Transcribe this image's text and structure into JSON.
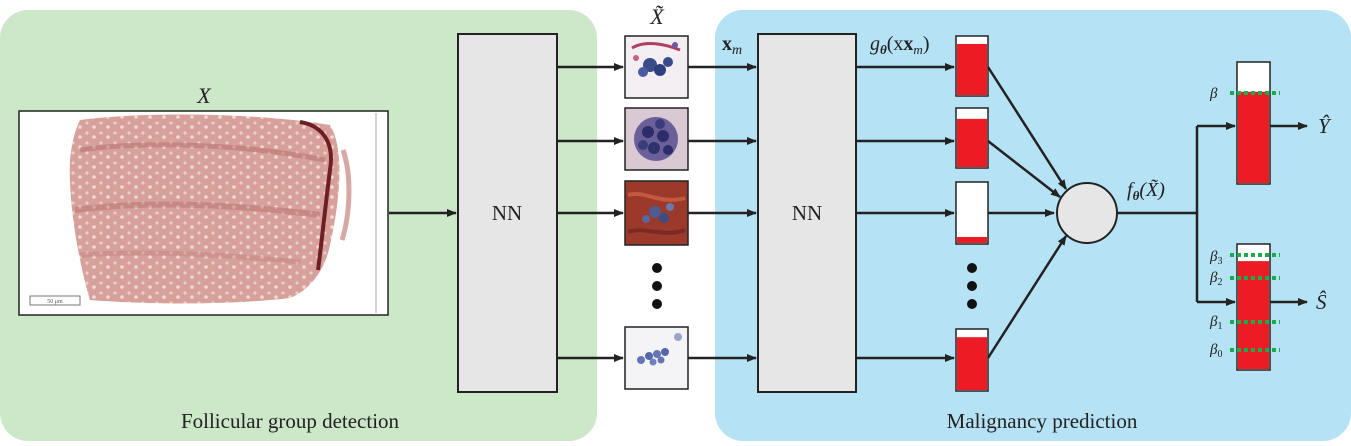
{
  "panels": {
    "detection_label": "Follicular group detection",
    "prediction_label": "Malignancy prediction"
  },
  "nn1_label": "NN",
  "nn2_label": "NN",
  "labels": {
    "x_input": "X",
    "x_tilde": "X̃",
    "x_m": "x",
    "x_m_sub": "m",
    "g_theta": "g",
    "g_theta_sub": "θ",
    "g_theta_arg": "(x",
    "g_theta_arg_sub": "m",
    "g_theta_close": ")",
    "f_theta": "f",
    "f_theta_sub": "θ",
    "f_theta_arg": "(X̃)",
    "y_hat": "Ŷ",
    "s_hat": "Ŝ",
    "beta": "β",
    "beta3": "β",
    "beta3_sub": "3",
    "beta2": "β",
    "beta2_sub": "2",
    "beta1": "β",
    "beta1_sub": "1",
    "beta0": "β",
    "beta0_sub": "0",
    "scale_bar_text": "50 μm"
  },
  "score_bars": [
    0.88,
    0.83,
    0.1,
    0.88
  ],
  "y_bar_fill": 0.76,
  "s_bar_fill": 0.87,
  "colors": {
    "green_panel": "#cde8c9",
    "blue_panel": "#b5e2f5",
    "nn_box": "#e6e6e6",
    "bar_red": "#ed1c24",
    "threshold_green": "#1aab4a",
    "circle": "#e6e6e6"
  }
}
